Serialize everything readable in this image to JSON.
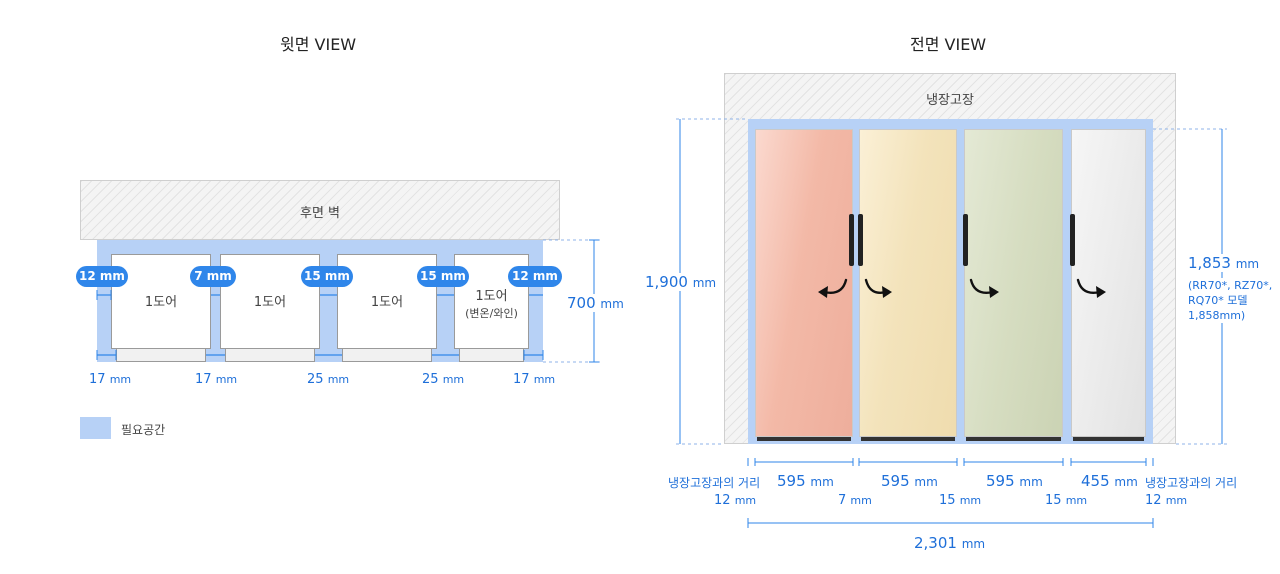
{
  "top_view": {
    "title": "윗면 VIEW",
    "wall_label": "후면 벽",
    "units": [
      {
        "label": "1도어",
        "sub": ""
      },
      {
        "label": "1도어",
        "sub": ""
      },
      {
        "label": "1도어",
        "sub": ""
      },
      {
        "label": "1도어",
        "sub": "(변온/와인)"
      }
    ],
    "gap_pills": [
      "12 mm",
      "7 mm",
      "15 mm",
      "15 mm",
      "12 mm"
    ],
    "bottom_dims": [
      {
        "value": "17",
        "unit": "mm"
      },
      {
        "value": "17",
        "unit": "mm"
      },
      {
        "value": "25",
        "unit": "mm"
      },
      {
        "value": "25",
        "unit": "mm"
      },
      {
        "value": "17",
        "unit": "mm"
      }
    ],
    "depth": {
      "value": "700",
      "unit": "mm"
    },
    "legend": "필요공간"
  },
  "front_view": {
    "title": "전면 VIEW",
    "cabinet_label": "냉장고장",
    "height_left": {
      "value": "1,900",
      "unit": "mm"
    },
    "height_right": {
      "value": "1,853",
      "unit": "mm"
    },
    "height_right_note": [
      "(RR70*, RZ70*,",
      "RQ70* 모델",
      "1,858mm)"
    ],
    "widths": [
      {
        "value": "595",
        "unit": "mm"
      },
      {
        "value": "595",
        "unit": "mm"
      },
      {
        "value": "595",
        "unit": "mm"
      },
      {
        "value": "455",
        "unit": "mm"
      }
    ],
    "gaps": [
      {
        "value": "7",
        "unit": "mm"
      },
      {
        "value": "15",
        "unit": "mm"
      },
      {
        "value": "15",
        "unit": "mm"
      }
    ],
    "edge_left": {
      "label": "냉장고장과의 거리",
      "value": "12",
      "unit": "mm"
    },
    "edge_right": {
      "label": "냉장고장과의 거리",
      "value": "12",
      "unit": "mm"
    },
    "total": {
      "value": "2,301",
      "unit": "mm"
    },
    "door_colors": [
      "#f2b9a6",
      "#f2e4bd",
      "#d5dcc0",
      "#ececec"
    ]
  },
  "colors": {
    "accent": "#2f86ea",
    "space": "#b7d1f6",
    "dim_text": "#1e6fd9"
  }
}
